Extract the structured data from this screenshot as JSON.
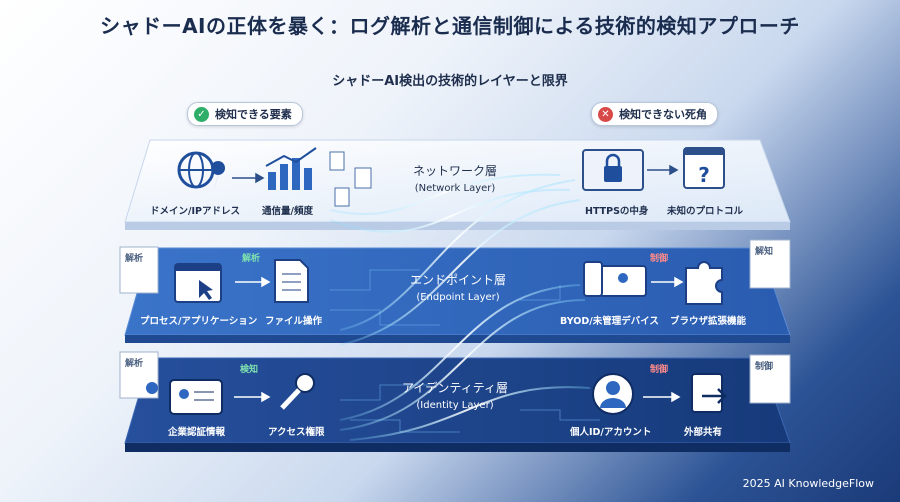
{
  "title": "シャドーAIの正体を暴く：ログ解析と通信制御による技術的検知アプローチ",
  "subtitle": "シャドーAI検出の技術的レイヤーと限界",
  "badges": {
    "detectable": "検知できる要素",
    "blind": "検知できない死角"
  },
  "layers": [
    {
      "name_jp": "ネットワーク層",
      "name_en": "(Network Layer)",
      "side_tag": "",
      "right_tag": "",
      "left_items": [
        "ドメイン/IPアドレス",
        "通信量/頻度"
      ],
      "right_items": [
        "HTTPSの中身",
        "未知のプロトコル"
      ]
    },
    {
      "name_jp": "エンドポイント層",
      "name_en": "(Endpoint Layer)",
      "side_tag": "解析",
      "right_tag": "制御",
      "left_items": [
        "プロセス/アプリケーション",
        "ファイル操作"
      ],
      "right_items": [
        "BYOD/未管理デバイス",
        "ブラウザ拡張機能"
      ]
    },
    {
      "name_jp": "アイデンティティ層",
      "name_en": "(Identity Layer)",
      "side_tag": "検知",
      "right_tag": "制御",
      "left_items": [
        "企業認証情報",
        "アクセス権限"
      ],
      "right_items": [
        "個人ID/アカウント",
        "外部共有"
      ]
    }
  ],
  "doc_notes": {
    "left_1": "解析",
    "left_2": "解析",
    "right_1": "解知",
    "right_2": "制御"
  },
  "footer": "2025 AI KnowledgeFlow",
  "colors": {
    "title": "#1b2d4f",
    "green_check": "#2fae6a",
    "red_x": "#d84a4a",
    "layer1": "#e9f1fb",
    "layer2": "#2d67c0",
    "layer3": "#1c3f86"
  }
}
